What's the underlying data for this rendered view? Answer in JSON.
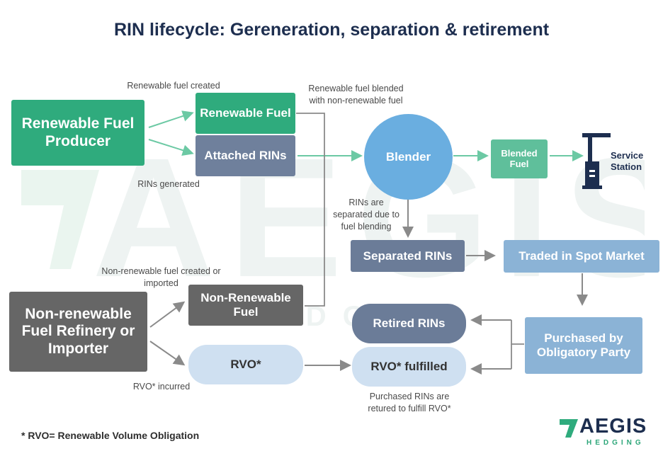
{
  "title": "RIN lifecycle: Gereneration, separation & retirement",
  "watermark": {
    "big": "AEGIS",
    "small": "H E D G I N G"
  },
  "nodes": {
    "renewable_producer": "Renewable Fuel Producer",
    "renewable_fuel": "Renewable Fuel",
    "attached_rins": "Attached RINs",
    "blender": "Blender",
    "blended_fuel": "Blended Fuel",
    "service_station": "Service Station",
    "separated_rins": "Separated RINs",
    "spot_market": "Traded in Spot Market",
    "nonrenewable_refinery": "Non-renewable Fuel Refinery or Importer",
    "nonrenewable_fuel": "Non-Renewable Fuel",
    "rvo": "RVO*",
    "retired_rins": "Retired RINs",
    "rvo_fulfilled": "RVO* fulfilled",
    "purchased": "Purchased by Obligatory Party"
  },
  "notes": {
    "renewable_created": "Renewable fuel created",
    "rins_generated": "RINs generated",
    "blended_with": "Renewable fuel blended with non-renewable fuel",
    "rins_separated": "RINs are separated due to fuel blending",
    "nonrenewable_created": "Non-renewable fuel created or imported",
    "rvo_incurred": "RVO* incurred",
    "purchased_returned": "Purchased RINs are retured to fulfill RVO*"
  },
  "footnote": "* RVO= Renewable Volume Obligation",
  "logo": {
    "name": "AEGIS",
    "sub": "HEDGING"
  },
  "colors": {
    "green_dark": "#2fab7d",
    "green_light": "#5fbf9b",
    "slate": "#6f809c",
    "charcoal": "#666666",
    "blue_circle": "#6aaee0",
    "blue_slate": "#6b7c98",
    "blue_light": "#8bb3d6",
    "pale_blue": "#cfe0f1",
    "navy": "#1d2e4f",
    "arrow_green": "#6cc9a4",
    "arrow_gray": "#8a8a8a"
  }
}
